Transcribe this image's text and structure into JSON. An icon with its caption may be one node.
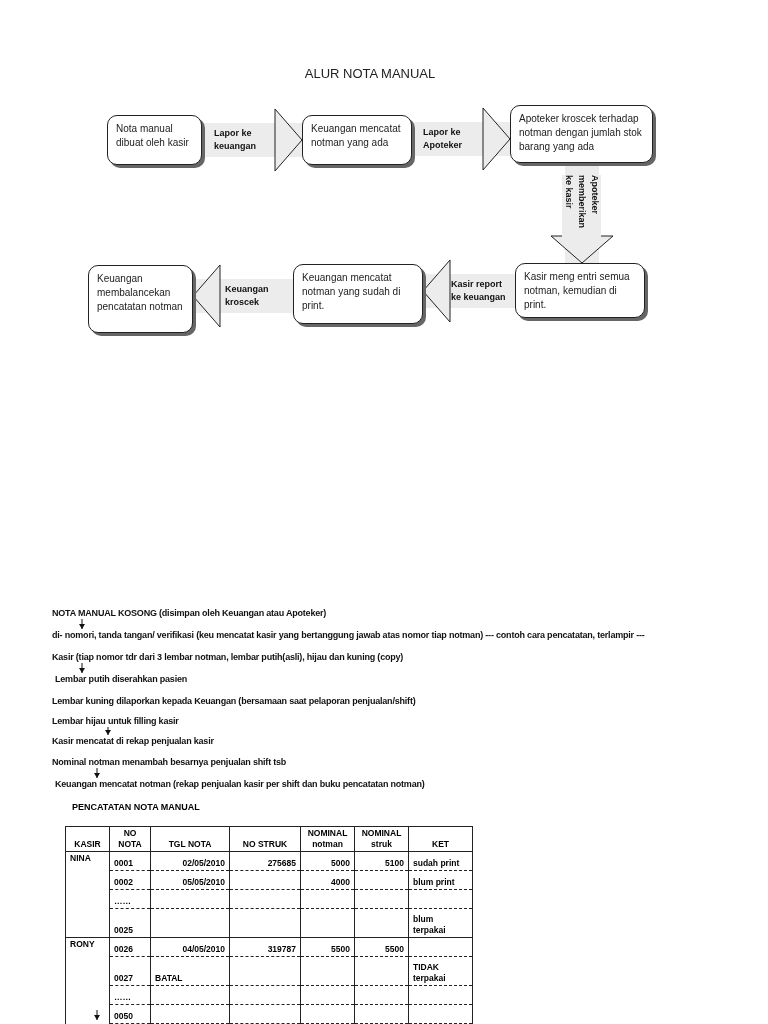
{
  "diagram": {
    "title": "ALUR NOTA MANUAL",
    "nodes": [
      {
        "text": [
          "Nota manual dibuat oleh kasir"
        ]
      },
      {
        "text": [
          "Keuangan mencatat notman yang ada"
        ]
      },
      {
        "text": [
          "Apoteker kroscek terhadap notman dengan jumlah stok barang yang ada"
        ]
      },
      {
        "text": [
          "Kasir meng entri semua notman, kemudian di print."
        ]
      },
      {
        "text": [
          "Keuangan mencatat notman yang sudah di print."
        ]
      },
      {
        "text": [
          "Keuangan membalancekan pencatatan notman"
        ]
      },
      {
        "text": [
          "NOTA MANUAL KOSONG (disimpan oleh  Keuangan atau Apoteker)"
        ]
      },
      {
        "text": [
          "di- nomori, tanda tangan/ verifikasi (keu mencatat kasir yang bertanggung jawab atas nomor tiap notman) --- contoh cara pencatatan, terlampir ---"
        ]
      },
      {
        "text": [
          "Kasir (tiap nomor tdr dari 3 lembar notman, lembar putih(asli), hijau dan kuning (copy)"
        ]
      },
      {
        "text": [
          "Lembar putih diserahkan pasien"
        ]
      },
      {
        "text": [
          "Lembar kuning  dilaporkan kepada Keuangan (bersamaan saat pelaporan penjualan/shift)"
        ]
      },
      {
        "text": [
          "Lembar hijau untuk filling kasir"
        ]
      },
      {
        "text": [
          "Kasir mencatat di rekap penjualan kasir"
        ]
      },
      {
        "text": [
          "Nominal notman menambah besarnya penjualan shift tsb"
        ]
      },
      {
        "text": [
          "Keuangan mencatat notman (rekap penjualan kasir per shift dan buku pencatatan notman)"
        ]
      }
    ],
    "edges": [
      {
        "from": 0,
        "to": 1,
        "arrow": "to",
        "label": "Lapor ke keuangan"
      },
      {
        "from": 1,
        "to": 2,
        "arrow": "to",
        "label": "Lapor ke Apoteker"
      },
      {
        "from": 2,
        "to": 3,
        "arrow": "to",
        "label": "Apoteker memberikan ke kasir"
      },
      {
        "from": 3,
        "to": 4,
        "arrow": "to",
        "label": "Kasir report ke keuangan"
      },
      {
        "from": 4,
        "to": 5,
        "arrow": "to",
        "label": "Keuangan kroscek"
      },
      {
        "from": 6,
        "to": 7,
        "arrow": "to",
        "color": "#111111"
      },
      {
        "from": 8,
        "to": 9,
        "arrow": "to",
        "color": "#111111"
      },
      {
        "from": 11,
        "to": 12,
        "arrow": "to",
        "color": "#111111"
      },
      {
        "from": 13,
        "to": 14,
        "arrow": "to",
        "color": "#111111"
      }
    ],
    "labels": [
      "PENCATATAN NOTA MANUAL",
      "KASIR",
      "NO NOTA",
      "TGL NOTA",
      "NO STRUK",
      "NOMINAL notman",
      "NOMINAL struk",
      "KET",
      "NINA",
      "0001",
      "02/05/2010",
      "275685",
      "5000",
      "5100",
      "sudah print",
      "0002",
      "05/05/2010",
      "4000",
      "blum print",
      "……",
      "0025",
      "blum terpakai",
      "RONY",
      "0026",
      "04/05/2010",
      "319787",
      "5500",
      "5500",
      "0027",
      "BATAL",
      "TIDAK terpakai",
      "……",
      "0050"
    ]
  }
}
